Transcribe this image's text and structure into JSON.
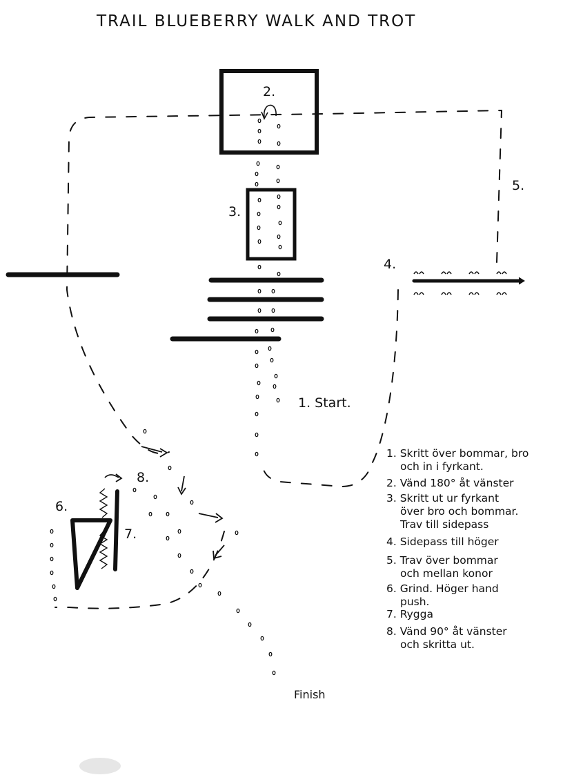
{
  "title": "TRAIL BLUEBERRY WALK AND TROT",
  "markers": {
    "m1": "1. Start.",
    "m2": "2.",
    "m3": "3.",
    "m4": "4.",
    "m5": "5.",
    "m6": "6.",
    "m7": "7.",
    "m8": "8.",
    "finish": "Finish"
  },
  "legend": [
    [
      "1. Skritt över bommar, bro",
      "och in i fyrkant."
    ],
    [
      "2. Vänd 180° åt vänster"
    ],
    [
      "3. Skritt ut ur fyrkant",
      "över bro och bommar.",
      "Trav till sidepass"
    ],
    [
      "4. Sidepass till höger"
    ],
    [
      "5. Trav över bommar",
      "och mellan konor"
    ],
    [
      "6. Grind. Höger hand",
      "push."
    ],
    [
      "7. Rygga"
    ],
    [
      "8. Vänd 90° åt vänster",
      "och skritta ut."
    ]
  ]
}
